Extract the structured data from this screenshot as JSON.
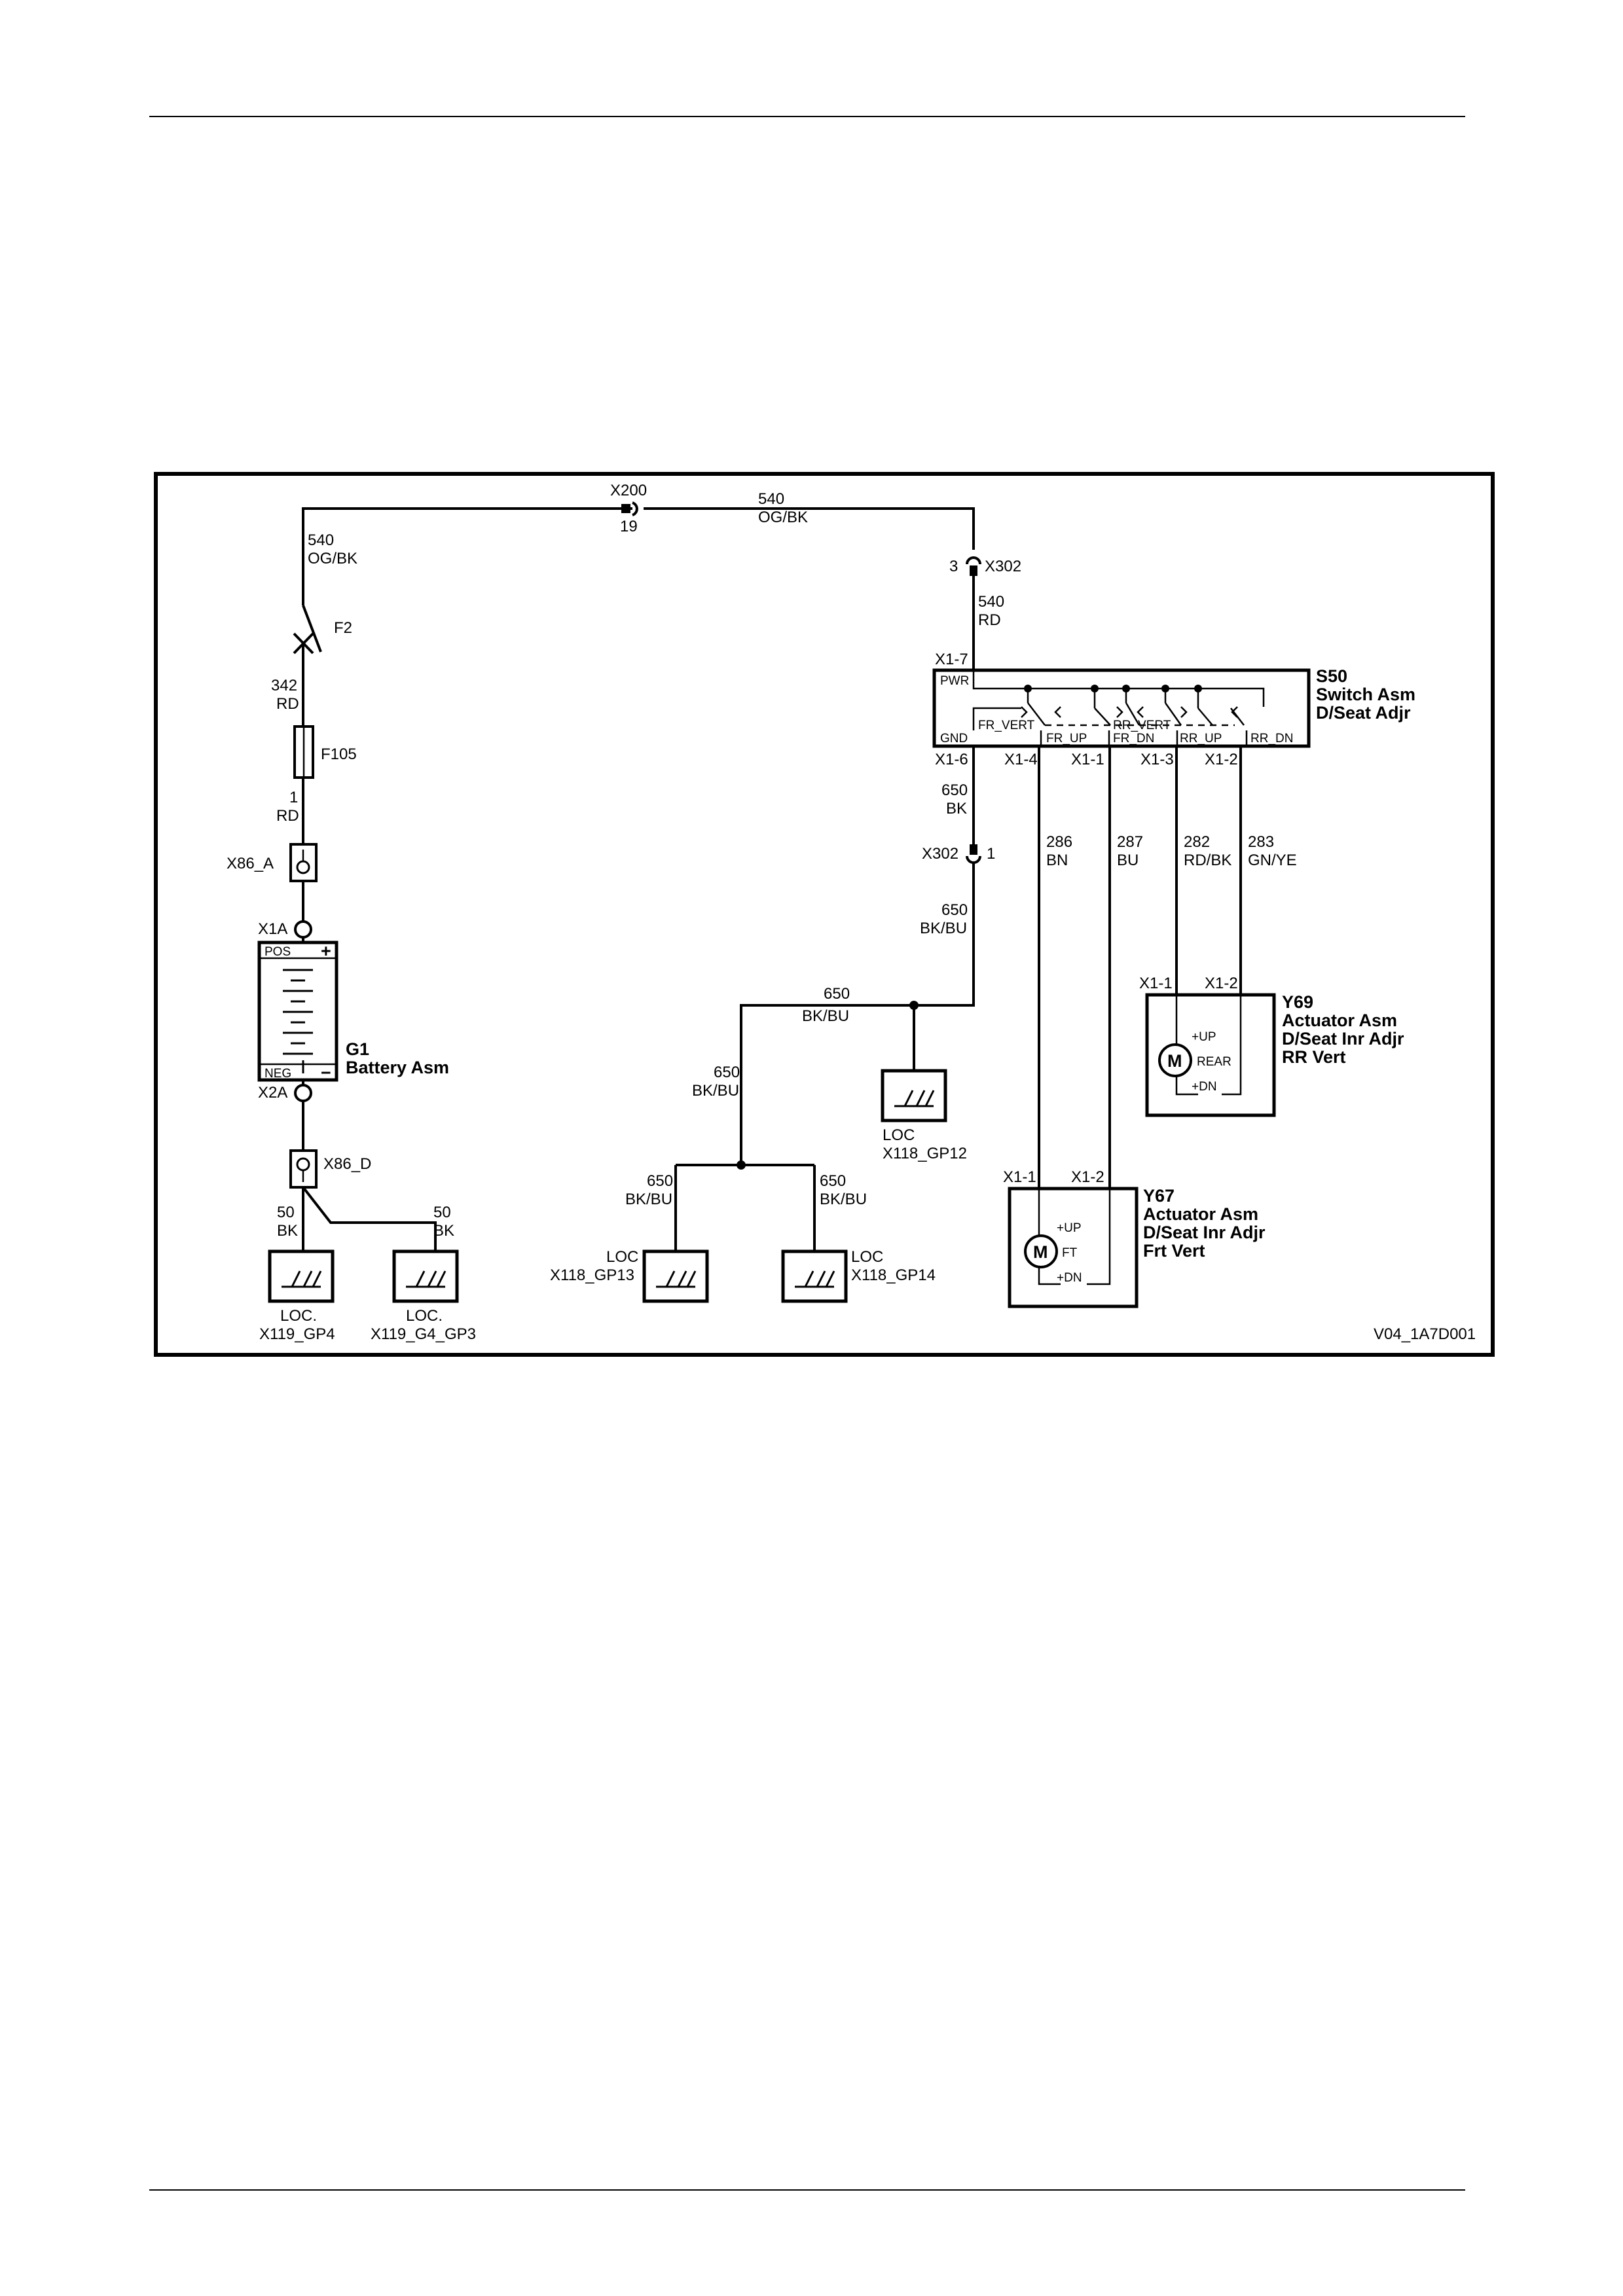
{
  "figure_id": "V04_1A7D001",
  "top_wire": {
    "left": {
      "circuit": "540",
      "color": "OG/BK"
    },
    "right": {
      "circuit": "540",
      "color": "OG/BK"
    },
    "connector": "X200",
    "pin": "19"
  },
  "fuses": {
    "f2": "F2",
    "f105": "F105",
    "wire_342": {
      "circuit": "342",
      "color": "RD"
    },
    "wire_1": {
      "circuit": "1",
      "color": "RD"
    }
  },
  "battery": {
    "title": "G1",
    "name": "Battery Asm",
    "pos_label": "POS",
    "neg_label": "NEG",
    "plus": "+",
    "minus": "−",
    "top_terminal": "X1A",
    "bottom_terminal": "X2A"
  },
  "battery_connectors": {
    "a": "X86_A",
    "d": "X86_D"
  },
  "battery_grounds": [
    {
      "circuit": "50",
      "color": "BK",
      "loc": "LOC.",
      "id": "X119_GP4"
    },
    {
      "circuit": "50",
      "color": "BK",
      "loc": "LOC.",
      "id": "X119_G4_GP3"
    }
  ],
  "x302": {
    "name": "X302",
    "pin_top": "3",
    "pin_bottom": "1",
    "wire_540": {
      "circuit": "540",
      "color": "RD"
    },
    "wire_650_bk": {
      "circuit": "650",
      "color": "BK"
    },
    "wire_650_bkbu": {
      "circuit": "650",
      "color": "BK/BU"
    }
  },
  "switch": {
    "title": "S50",
    "name1": "Switch Asm",
    "name2": "D/Seat Adjr",
    "pwr": "PWR",
    "gnd": "GND",
    "pin_pwr": "X1-7",
    "pins_bottom": [
      "X1-6",
      "X1-4",
      "X1-1",
      "X1-3",
      "X1-2"
    ],
    "internal": [
      "FR_VERT",
      "FR_UP",
      "RR_VERT",
      "FR_DN",
      "RR_UP",
      "RR_DN"
    ]
  },
  "switch_wires": [
    {
      "circuit": "286",
      "color": "BN"
    },
    {
      "circuit": "287",
      "color": "BU"
    },
    {
      "circuit": "282",
      "color": "RD/BK"
    },
    {
      "circuit": "283",
      "color": "GN/YE"
    }
  ],
  "ground_bus": [
    {
      "circuit": "650",
      "color": "BK/BU"
    },
    {
      "circuit": "650",
      "color": "BK/BU"
    },
    {
      "circuit": "650",
      "color": "BK/BU"
    },
    {
      "circuit": "650",
      "color": "BK/BU"
    }
  ],
  "grounds": [
    {
      "loc": "LOC",
      "id": "X118_GP12"
    },
    {
      "loc": "LOC",
      "id": "X118_GP13"
    },
    {
      "loc": "LOC",
      "id": "X118_GP14"
    }
  ],
  "y69": {
    "title": "Y69",
    "name1": "Actuator Asm",
    "name2": "D/Seat Inr Adjr",
    "name3": "RR Vert",
    "pin_a": "X1-1",
    "pin_b": "X1-2",
    "motor": "M",
    "up": "+UP",
    "pos": "REAR",
    "dn": "+DN"
  },
  "y67": {
    "title": "Y67",
    "name1": "Actuator Asm",
    "name2": "D/Seat Inr Adjr",
    "name3": "Frt Vert",
    "pin_a": "X1-1",
    "pin_b": "X1-2",
    "motor": "M",
    "up": "+UP",
    "pos": "FT",
    "dn": "+DN"
  }
}
